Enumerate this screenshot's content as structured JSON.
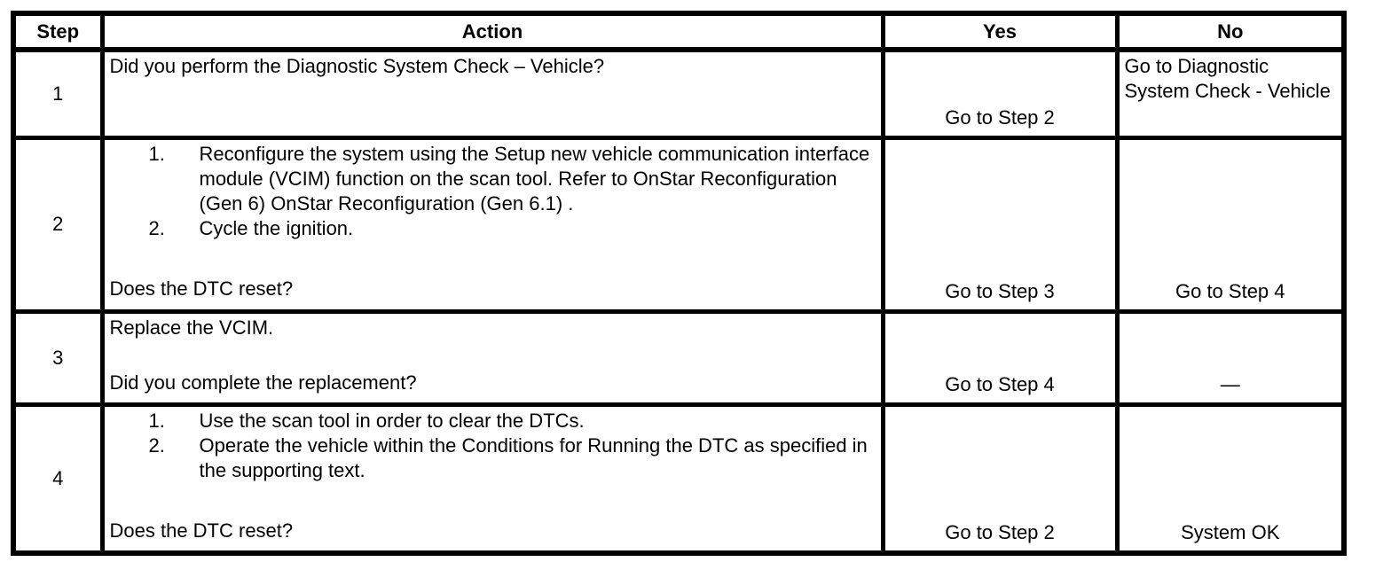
{
  "colors": {
    "background": "#ffffff",
    "border": "#000000",
    "text": "#000000"
  },
  "table": {
    "headers": [
      "Step",
      "Action",
      "Yes",
      "No"
    ],
    "rows": [
      {
        "step": "1",
        "intro": "Did you perform the Diagnostic System Check – Vehicle?",
        "yes": "Go to Step 2",
        "no": "Go to Diagnostic System Check - Vehicle"
      },
      {
        "step": "2",
        "items": [
          {
            "num": "1.",
            "text": "Reconfigure the system using the Setup new vehicle communication interface module (VCIM) function on the scan tool. Refer to OnStar Reconfiguration (Gen 6) OnStar Reconfiguration (Gen 6.1) ."
          },
          {
            "num": "2.",
            "text": "Cycle the ignition."
          }
        ],
        "question": "Does the DTC reset?",
        "yes": "Go to Step 3",
        "no": "Go to Step 4"
      },
      {
        "step": "3",
        "intro": "Replace the VCIM.",
        "question": "Did you complete the replacement?",
        "yes": "Go to Step 4",
        "no": "—"
      },
      {
        "step": "4",
        "items": [
          {
            "num": "1.",
            "text": "Use the scan tool in order to clear the DTCs."
          },
          {
            "num": "2.",
            "text": "Operate the vehicle within the Conditions for Running the DTC as specified in the supporting text."
          }
        ],
        "question": "Does the DTC reset?",
        "yes": "Go to Step 2",
        "no": "System OK"
      }
    ]
  }
}
